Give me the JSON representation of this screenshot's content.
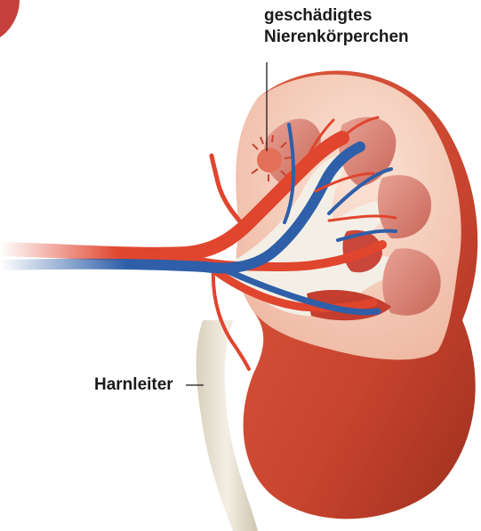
{
  "labels": {
    "damaged_corpuscle_line1": "geschädigtes",
    "damaged_corpuscle_line2": "Nierenkörperchen",
    "ureter": "Harnleiter"
  },
  "colors": {
    "kidney_body": "#c8442e",
    "cortex": "#f5cdbb",
    "pyramid": "#d9857a",
    "artery": "#e0452e",
    "vein": "#2f5fa8",
    "pelvis": "#f3efe6",
    "corner_badge": "#c5403c"
  }
}
